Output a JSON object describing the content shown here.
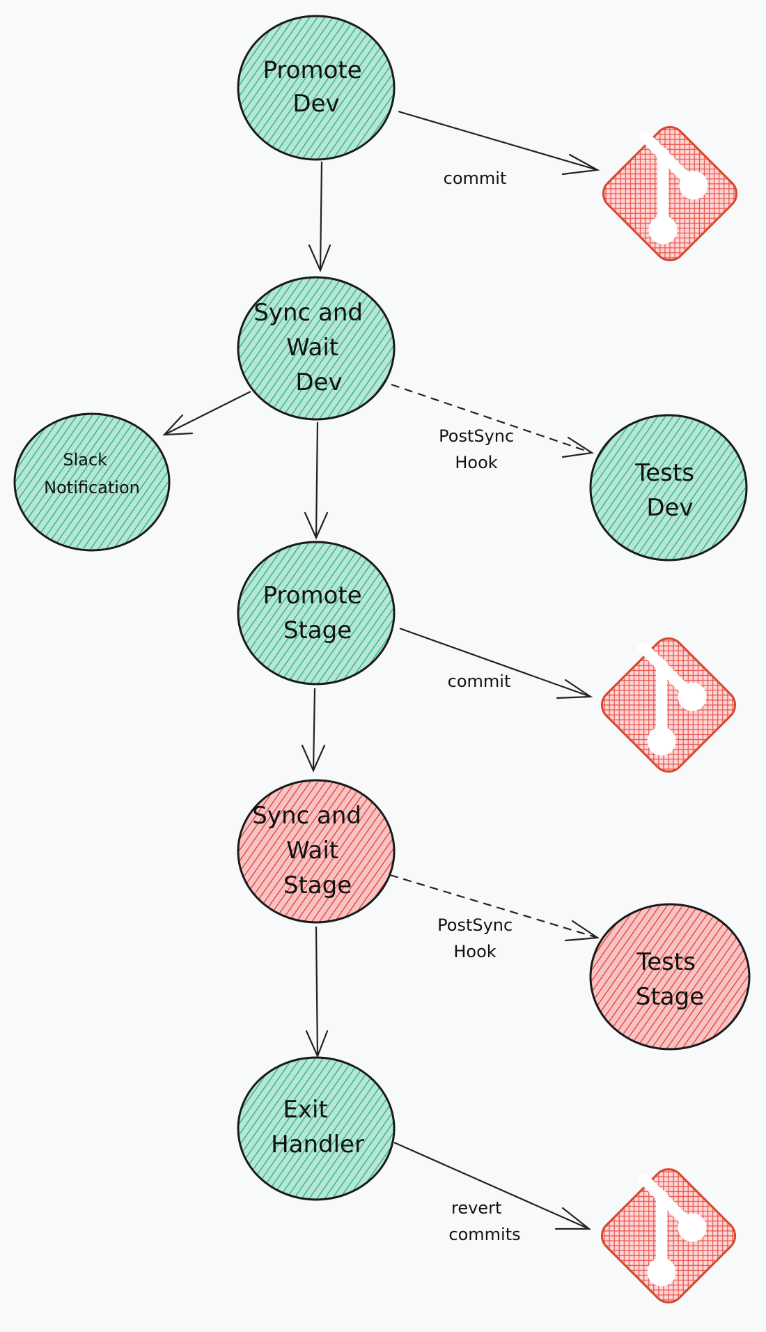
{
  "colors": {
    "success_fill": "#8fd6c0",
    "success_hatch": "#20a884",
    "failure_fill": "#f4a3a3",
    "failure_hatch": "#e03131",
    "git_fill": "#ffc9c9",
    "git_stroke": "#d9472b",
    "git_glyph": "#ffffff",
    "edge": "#222222",
    "background": "#f8f9fa"
  },
  "nodes": {
    "promote_dev": {
      "lines": [
        "Promote",
        "Dev"
      ],
      "status": "success"
    },
    "sync_wait_dev": {
      "lines": [
        "Sync and",
        "Wait",
        "Dev"
      ],
      "status": "success"
    },
    "slack_notification": {
      "lines": [
        "Slack",
        "Notification"
      ],
      "status": "success"
    },
    "tests_dev": {
      "lines": [
        "Tests",
        "Dev"
      ],
      "status": "success"
    },
    "promote_stage": {
      "lines": [
        "Promote",
        "Stage"
      ],
      "status": "success"
    },
    "sync_wait_stage": {
      "lines": [
        "Sync and",
        "Wait",
        "Stage"
      ],
      "status": "failure"
    },
    "tests_stage": {
      "lines": [
        "Tests",
        "Stage"
      ],
      "status": "failure"
    },
    "exit_handler": {
      "lines": [
        "Exit",
        "Handler"
      ],
      "status": "success"
    }
  },
  "git_icons": [
    {
      "icon": "git-icon"
    },
    {
      "icon": "git-icon"
    },
    {
      "icon": "git-icon"
    }
  ],
  "edge_labels": {
    "commit_dev": [
      "commit"
    ],
    "postsync_dev": [
      "PostSync",
      "Hook"
    ],
    "commit_stage": [
      "commit"
    ],
    "postsync_stage": [
      "PostSync",
      "Hook"
    ],
    "revert": [
      "revert",
      "commits"
    ]
  }
}
